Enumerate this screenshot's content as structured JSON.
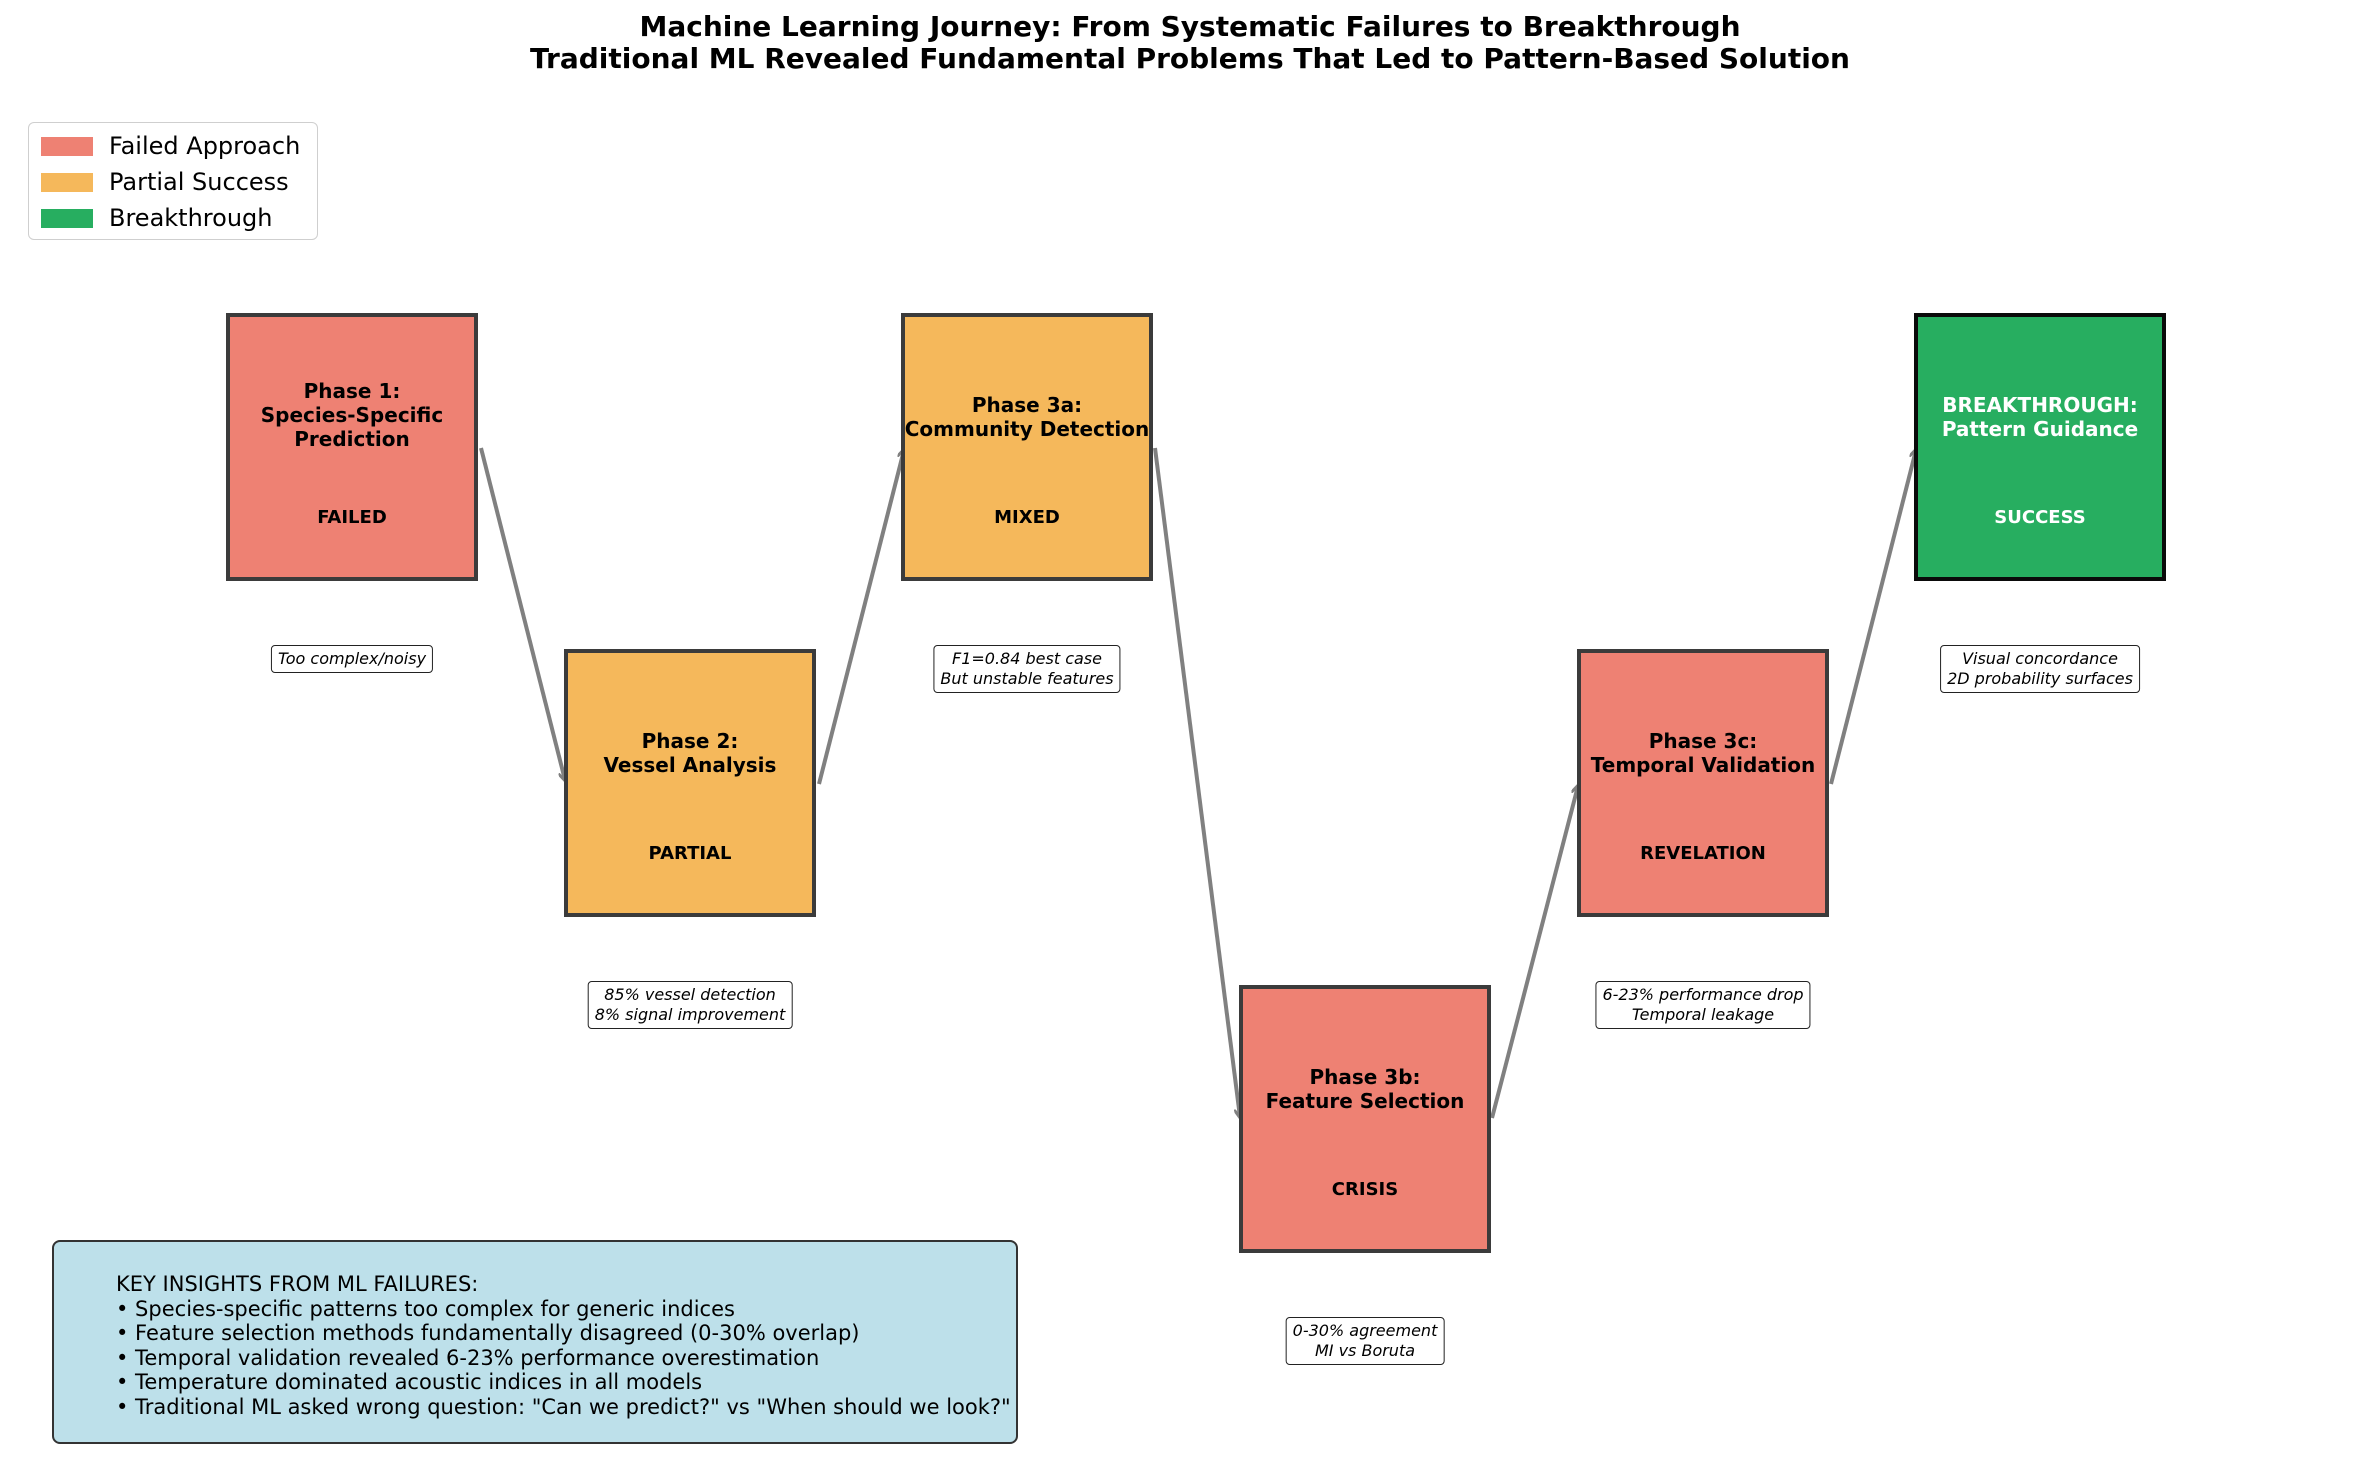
{
  "title": "Machine Learning Journey: From Systematic Failures to Breakthrough",
  "subtitle": "Traditional ML Revealed Fundamental Problems That Led to Pattern-Based Solution",
  "legend": [
    {
      "label": "Failed Approach",
      "color": "#ee8173"
    },
    {
      "label": "Partial Success",
      "color": "#f5b85b"
    },
    {
      "label": "Breakthrough",
      "color": "#27ae60"
    }
  ],
  "phases": [
    {
      "title": "Phase 1:\nSpecies-Specific\nPrediction",
      "status": "FAILED",
      "note": "Too complex/noisy",
      "category": "failed"
    },
    {
      "title": "Phase 2:\nVessel Analysis",
      "status": "PARTIAL",
      "note": "85% vessel detection\n8% signal improvement",
      "category": "partial"
    },
    {
      "title": "Phase 3a:\nCommunity Detection",
      "status": "MIXED",
      "note": "F1=0.84 best case\nBut unstable features",
      "category": "partial"
    },
    {
      "title": "Phase 3b:\nFeature Selection",
      "status": "CRISIS",
      "note": "0-30% agreement\nMI vs Boruta",
      "category": "failed"
    },
    {
      "title": "Phase 3c:\nTemporal Validation",
      "status": "REVELATION",
      "note": "6-23% performance drop\nTemporal leakage",
      "category": "failed"
    },
    {
      "title": "BREAKTHROUGH:\nPattern Guidance",
      "status": "SUCCESS",
      "note": "Visual concordance\n2D probability surfaces",
      "category": "success"
    }
  ],
  "insights": {
    "heading": "KEY INSIGHTS FROM ML FAILURES:",
    "items": [
      "• Species-specific patterns too complex for generic indices",
      "• Feature selection methods fundamentally disagreed (0-30% overlap)",
      "• Temporal validation revealed 6-23% performance overestimation",
      "• Temperature dominated acoustic indices in all models",
      "• Traditional ML asked wrong question: \"Can we predict?\" vs \"When should we look?\""
    ]
  }
}
